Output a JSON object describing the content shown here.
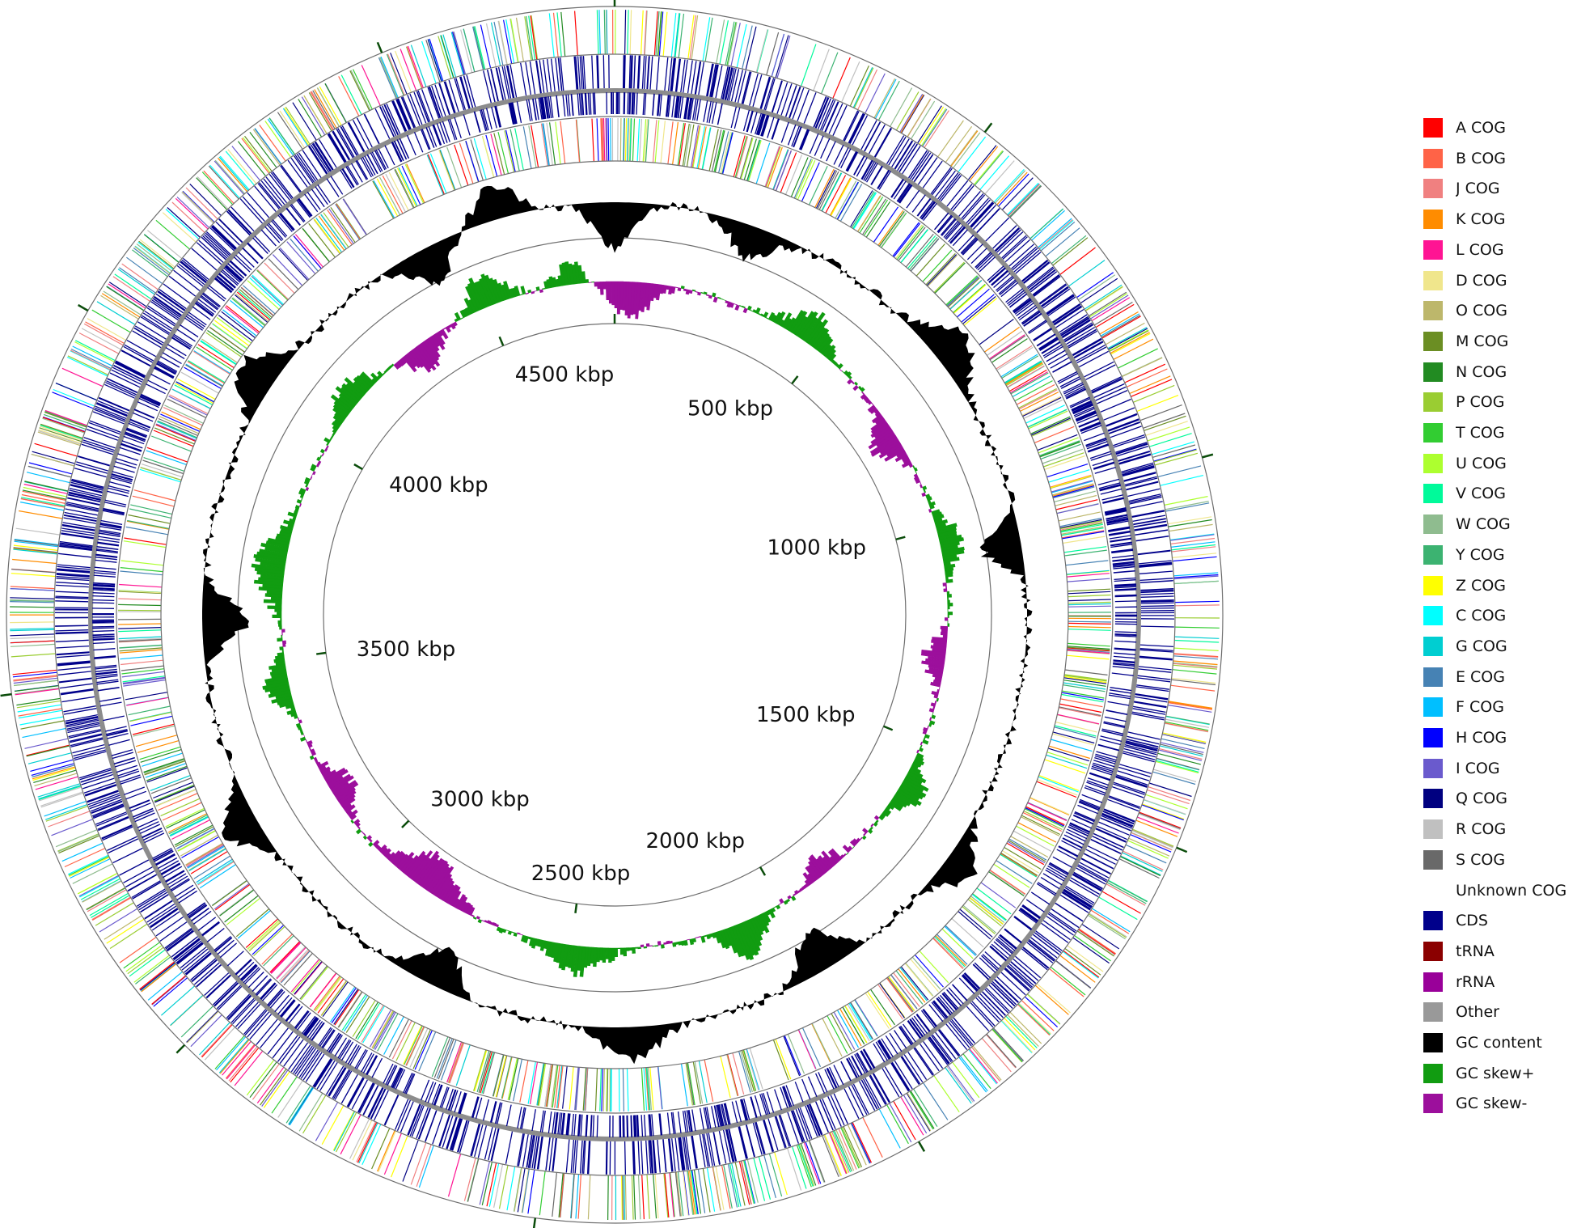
{
  "map": {
    "total_kbp": 4800,
    "tick_labels": [
      {
        "kbp": 500,
        "text": "500 kbp"
      },
      {
        "kbp": 1000,
        "text": "1000 kbp"
      },
      {
        "kbp": 1500,
        "text": "1500 kbp"
      },
      {
        "kbp": 2000,
        "text": "2000 kbp"
      },
      {
        "kbp": 2500,
        "text": "2500 kbp"
      },
      {
        "kbp": 3000,
        "text": "3000 kbp"
      },
      {
        "kbp": 3500,
        "text": "3500 kbp"
      },
      {
        "kbp": 4000,
        "text": "4000 kbp"
      },
      {
        "kbp": 4500,
        "text": "4500 kbp"
      }
    ],
    "colors": {
      "cds": "#00008b",
      "backbone": "#8c8c8c",
      "gc_content": "#000000",
      "gc_skew_plus": "#119c11",
      "gc_skew_minus": "#9c0f9c",
      "ring_outline": "#6e6e6e",
      "tick": "#0b4d0b"
    }
  },
  "legend": [
    {
      "label": "A COG",
      "color": "#ff0000"
    },
    {
      "label": "B COG",
      "color": "#ff6347"
    },
    {
      "label": "J COG",
      "color": "#f08080"
    },
    {
      "label": "K COG",
      "color": "#ff8c00"
    },
    {
      "label": "L COG",
      "color": "#ff1493"
    },
    {
      "label": "D COG",
      "color": "#f0e68c"
    },
    {
      "label": "O COG",
      "color": "#bdb76b"
    },
    {
      "label": "M COG",
      "color": "#6b8e23"
    },
    {
      "label": "N COG",
      "color": "#228b22"
    },
    {
      "label": "P COG",
      "color": "#9acd32"
    },
    {
      "label": "T COG",
      "color": "#32cd32"
    },
    {
      "label": "U COG",
      "color": "#adff2f"
    },
    {
      "label": "V COG",
      "color": "#00fa9a"
    },
    {
      "label": "W COG",
      "color": "#8fbc8f"
    },
    {
      "label": "Y COG",
      "color": "#3cb371"
    },
    {
      "label": "Z COG",
      "color": "#ffff00"
    },
    {
      "label": "C COG",
      "color": "#00ffff"
    },
    {
      "label": "G COG",
      "color": "#00ced1"
    },
    {
      "label": "E COG",
      "color": "#4682b4"
    },
    {
      "label": "F COG",
      "color": "#00bfff"
    },
    {
      "label": "H COG",
      "color": "#0000ff"
    },
    {
      "label": "I COG",
      "color": "#6a5acd"
    },
    {
      "label": "Q COG",
      "color": "#000080"
    },
    {
      "label": "R COG",
      "color": "#c0c0c0"
    },
    {
      "label": "S COG",
      "color": "#696969"
    },
    {
      "label": "Unknown COG",
      "color": "#ffffff"
    },
    {
      "label": "CDS",
      "color": "#00008b"
    },
    {
      "label": "tRNA",
      "color": "#8b0000"
    },
    {
      "label": "rRNA",
      "color": "#990099"
    },
    {
      "label": "Other",
      "color": "#999999"
    },
    {
      "label": "GC content",
      "color": "#000000"
    },
    {
      "label": "GC skew+",
      "color": "#119c11"
    },
    {
      "label": "GC skew-",
      "color": "#9c0f9c"
    }
  ]
}
